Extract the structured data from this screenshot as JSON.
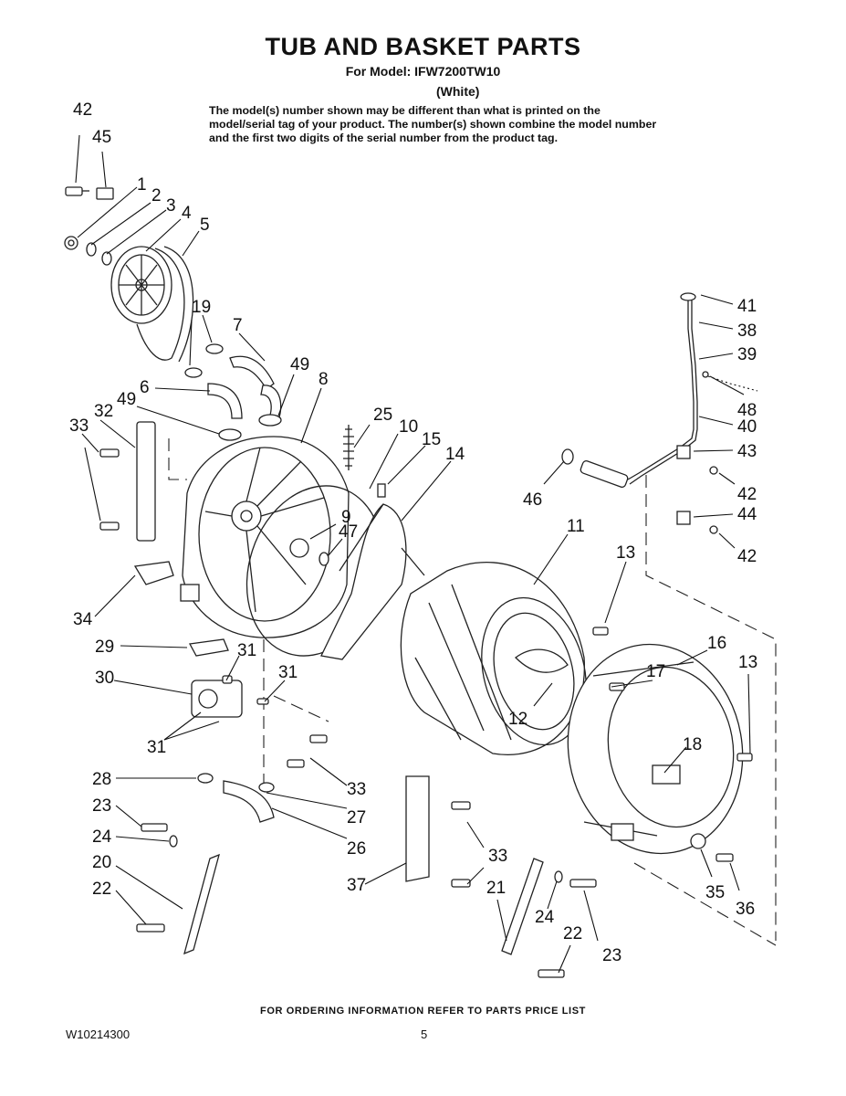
{
  "header": {
    "title": "TUB AND BASKET PARTS",
    "model_line": "For Model: IFW7200TW10",
    "color": "(White)",
    "notice": "The model(s) number shown may be different than what is printed on the model/serial tag of your product. The number(s) shown combine the model number and the first two digits of the serial number from the product tag."
  },
  "footer": {
    "ordering": "FOR ORDERING INFORMATION REFER TO PARTS PRICE LIST",
    "document_number": "W10214300",
    "page": "5"
  },
  "callouts": [
    "42",
    "45",
    "1",
    "2",
    "3",
    "4",
    "5",
    "19",
    "7",
    "49",
    "8",
    "6",
    "32",
    "49",
    "33",
    "25",
    "10",
    "15",
    "14",
    "9",
    "47",
    "46",
    "11",
    "13",
    "41",
    "38",
    "39",
    "48",
    "40",
    "43",
    "42",
    "44",
    "42",
    "34",
    "29",
    "31",
    "30",
    "31",
    "31",
    "16",
    "17",
    "13",
    "12",
    "18",
    "28",
    "33",
    "23",
    "27",
    "26",
    "24",
    "20",
    "33",
    "37",
    "21",
    "22",
    "24",
    "35",
    "36",
    "22",
    "23"
  ]
}
